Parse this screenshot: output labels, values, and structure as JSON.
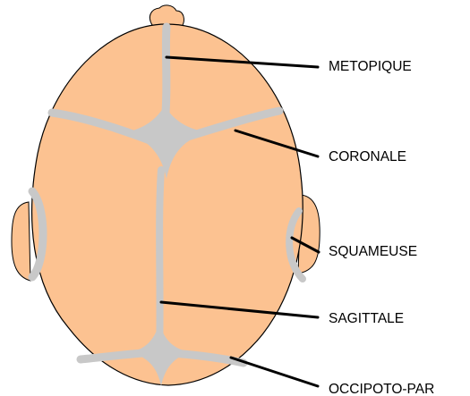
{
  "colors": {
    "skin": "#FCC291",
    "suture": "#C8C8C8",
    "outline": "#000000",
    "label": "#000000"
  },
  "labels": {
    "metopique": "METOPIQUE",
    "coronale": "CORONALE",
    "squameuse": "SQUAMEUSE",
    "sagittale": "SAGITTALE",
    "occipito": "OCCIPOTO-PAR"
  }
}
